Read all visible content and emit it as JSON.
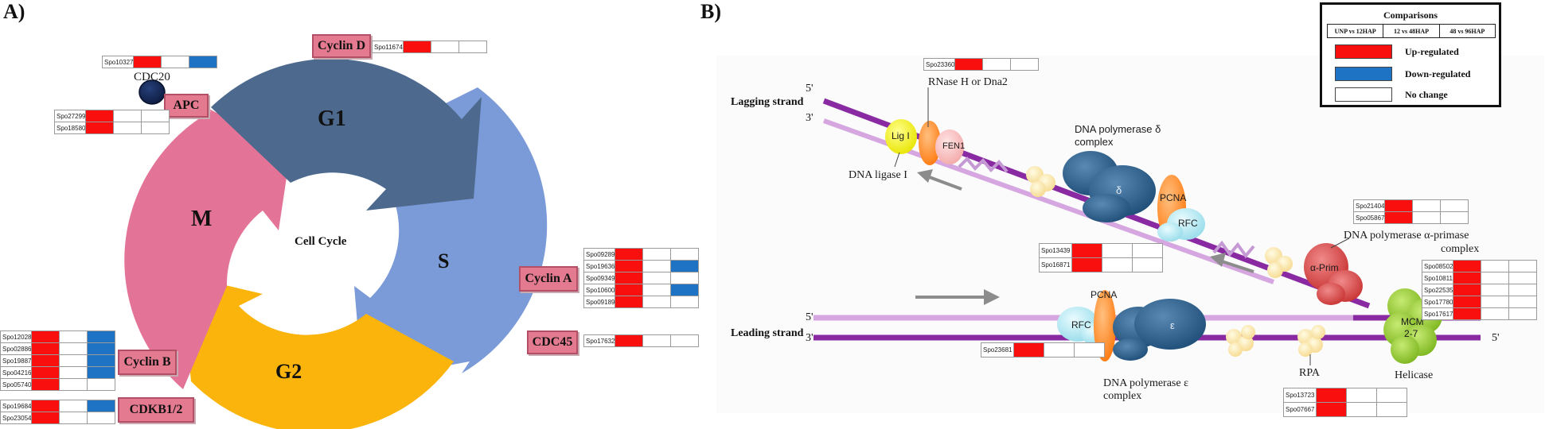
{
  "panels": {
    "a": "A)",
    "b": "B)"
  },
  "colors": {
    "up": "#fa0f0f",
    "down": "#1f73c4",
    "none": "#ffffff"
  },
  "cell_cycle": {
    "center": "Cell Cycle",
    "phases": {
      "g1": "G1",
      "s": "S",
      "g2": "G2",
      "m": "M"
    },
    "labels": {
      "cyclin_d": "Cyclin D",
      "cdc20": "CDC20",
      "apc": "APC",
      "cyclin_a": "Cyclin A",
      "cdc45": "CDC45",
      "cyclin_b": "Cyclin B",
      "cdkb": "CDKB1/2"
    },
    "tables": {
      "cyclin_d": [
        {
          "id": "Spo11674",
          "v": [
            "up",
            "none",
            "none"
          ]
        }
      ],
      "cdc20": [
        {
          "id": "Spo10327",
          "v": [
            "up",
            "none",
            "down"
          ]
        }
      ],
      "apc": [
        {
          "id": "Spo27299",
          "v": [
            "up",
            "none",
            "none"
          ]
        },
        {
          "id": "Spo18580",
          "v": [
            "up",
            "none",
            "none"
          ]
        }
      ],
      "cyclin_a": [
        {
          "id": "Spo09289",
          "v": [
            "up",
            "none",
            "none"
          ]
        },
        {
          "id": "Spo19636",
          "v": [
            "up",
            "none",
            "down"
          ]
        },
        {
          "id": "Spo09349",
          "v": [
            "up",
            "none",
            "none"
          ]
        },
        {
          "id": "Spo10600",
          "v": [
            "up",
            "none",
            "down"
          ]
        },
        {
          "id": "Spo09189",
          "v": [
            "up",
            "none",
            "none"
          ]
        }
      ],
      "cdc45": [
        {
          "id": "Spo17632",
          "v": [
            "up",
            "none",
            "none"
          ]
        }
      ],
      "cyclin_b": [
        {
          "id": "Spo12028",
          "v": [
            "up",
            "none",
            "down"
          ]
        },
        {
          "id": "Spo02886",
          "v": [
            "up",
            "none",
            "down"
          ]
        },
        {
          "id": "Spo19887",
          "v": [
            "up",
            "none",
            "down"
          ]
        },
        {
          "id": "Spo04216",
          "v": [
            "up",
            "none",
            "down"
          ]
        },
        {
          "id": "Spo05740",
          "v": [
            "up",
            "none",
            "none"
          ]
        }
      ],
      "cdkb": [
        {
          "id": "Spo19684",
          "v": [
            "up",
            "none",
            "down"
          ]
        },
        {
          "id": "Spo23054",
          "v": [
            "up",
            "none",
            "none"
          ]
        }
      ]
    }
  },
  "replication": {
    "lagging": "Lagging strand",
    "leading": "Leading strand",
    "five_prime": "5'",
    "three_prime": "3'",
    "labels": {
      "rnase": "RNase H or Dna2",
      "ligi": "Lig I",
      "fen1": "FEN1",
      "ligase": "DNA ligase I",
      "pol_delta_1": "DNA polymerase δ",
      "pol_delta_2": "complex",
      "delta": "δ",
      "pcna": "PCNA",
      "rfc": "RFC",
      "alpha_prim": "α-Prim",
      "pol_alpha_1": "DNA polymerase α-primase",
      "pol_alpha_2": "complex",
      "epsilon": "ε",
      "pol_eps_1": "DNA polymerase ε",
      "pol_eps_2": "complex",
      "rpa": "RPA",
      "mcm_1": "MCM",
      "mcm_2": "2-7",
      "helicase": "Helicase"
    },
    "tables": {
      "rnase": [
        {
          "id": "Spo23360",
          "v": [
            "up",
            "none",
            "none"
          ]
        }
      ],
      "alpha": [
        {
          "id": "Spo21404",
          "v": [
            "up",
            "none",
            "none"
          ]
        },
        {
          "id": "Spo05867",
          "v": [
            "up",
            "none",
            "none"
          ]
        }
      ],
      "delta": [
        {
          "id": "Spo13439",
          "v": [
            "up",
            "none",
            "none"
          ]
        },
        {
          "id": "Spo16871",
          "v": [
            "up",
            "none",
            "none"
          ]
        }
      ],
      "mcm": [
        {
          "id": "Spo08502",
          "v": [
            "up",
            "none",
            "none"
          ]
        },
        {
          "id": "Spo10811",
          "v": [
            "up",
            "none",
            "none"
          ]
        },
        {
          "id": "Spo22535",
          "v": [
            "up",
            "none",
            "none"
          ]
        },
        {
          "id": "Spo17780",
          "v": [
            "up",
            "none",
            "none"
          ]
        },
        {
          "id": "Spo17617",
          "v": [
            "up",
            "none",
            "none"
          ]
        }
      ],
      "epsilon": [
        {
          "id": "Spo23681",
          "v": [
            "up",
            "none",
            "none"
          ]
        }
      ],
      "rpa": [
        {
          "id": "Spo13723",
          "v": [
            "up",
            "none",
            "none"
          ]
        },
        {
          "id": "Spo07667",
          "v": [
            "up",
            "none",
            "none"
          ]
        }
      ]
    }
  },
  "legend": {
    "title": "Comparisons",
    "columns": [
      "UNP vs 12HAP",
      "12 vs 48HAP",
      "48 vs 96HAP"
    ],
    "up": "Up-regulated",
    "down": "Down-regulated",
    "none": "No change"
  }
}
